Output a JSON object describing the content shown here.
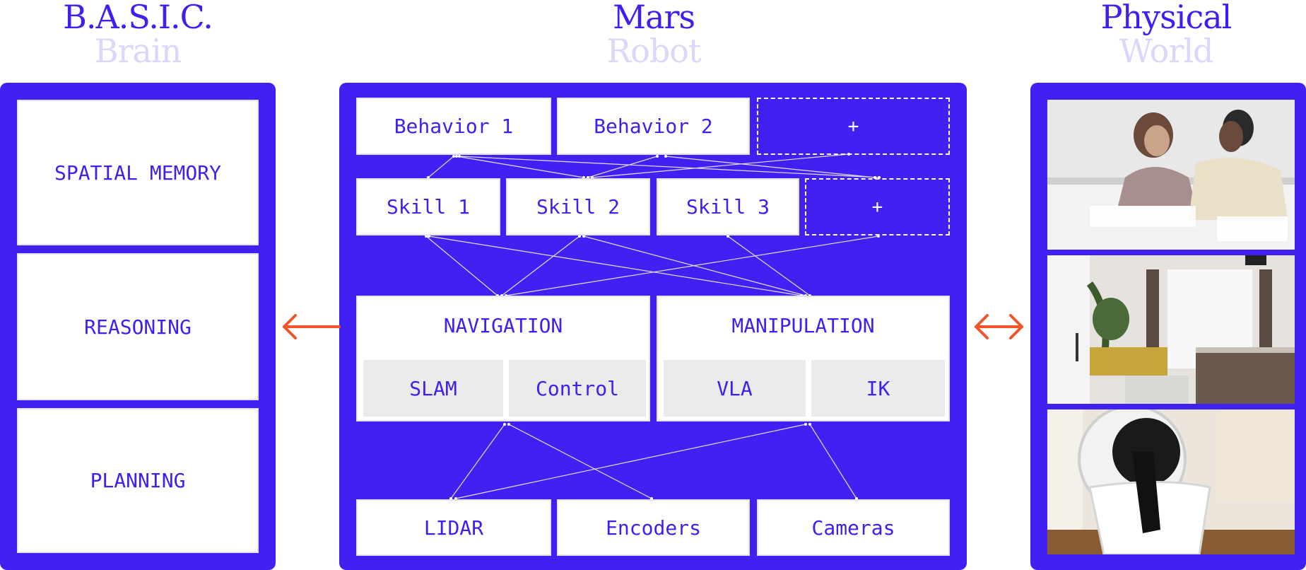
{
  "headers": {
    "brain": {
      "line1": "B.A.S.I.C.",
      "line2": "Brain"
    },
    "robot": {
      "line1": "Mars",
      "line2": "Robot"
    },
    "world": {
      "line1": "Physical",
      "line2": "World"
    }
  },
  "brain_panel": {
    "items": [
      "SPATIAL MEMORY",
      "REASONING",
      "PLANNING"
    ]
  },
  "robot_panel": {
    "behaviors": [
      "Behavior 1",
      "Behavior 2"
    ],
    "behavior_add": "+",
    "skills": [
      "Skill 1",
      "Skill 2",
      "Skill 3"
    ],
    "skill_add": "+",
    "modules": [
      {
        "title": "NAVIGATION",
        "subs": [
          "SLAM",
          "Control"
        ]
      },
      {
        "title": "MANIPULATION",
        "subs": [
          "VLA",
          "IK"
        ]
      }
    ],
    "sensors": [
      "LIDAR",
      "Encoders",
      "Cameras"
    ]
  },
  "world_panel": {
    "photos": [
      "people-conversing-photo",
      "living-room-photo",
      "laundry-machine-photo"
    ]
  },
  "colors": {
    "primary": "#4120f2",
    "header_faded": "#dcd6fb",
    "arrow": "#f0562a",
    "subbox": "#ebebeb"
  }
}
